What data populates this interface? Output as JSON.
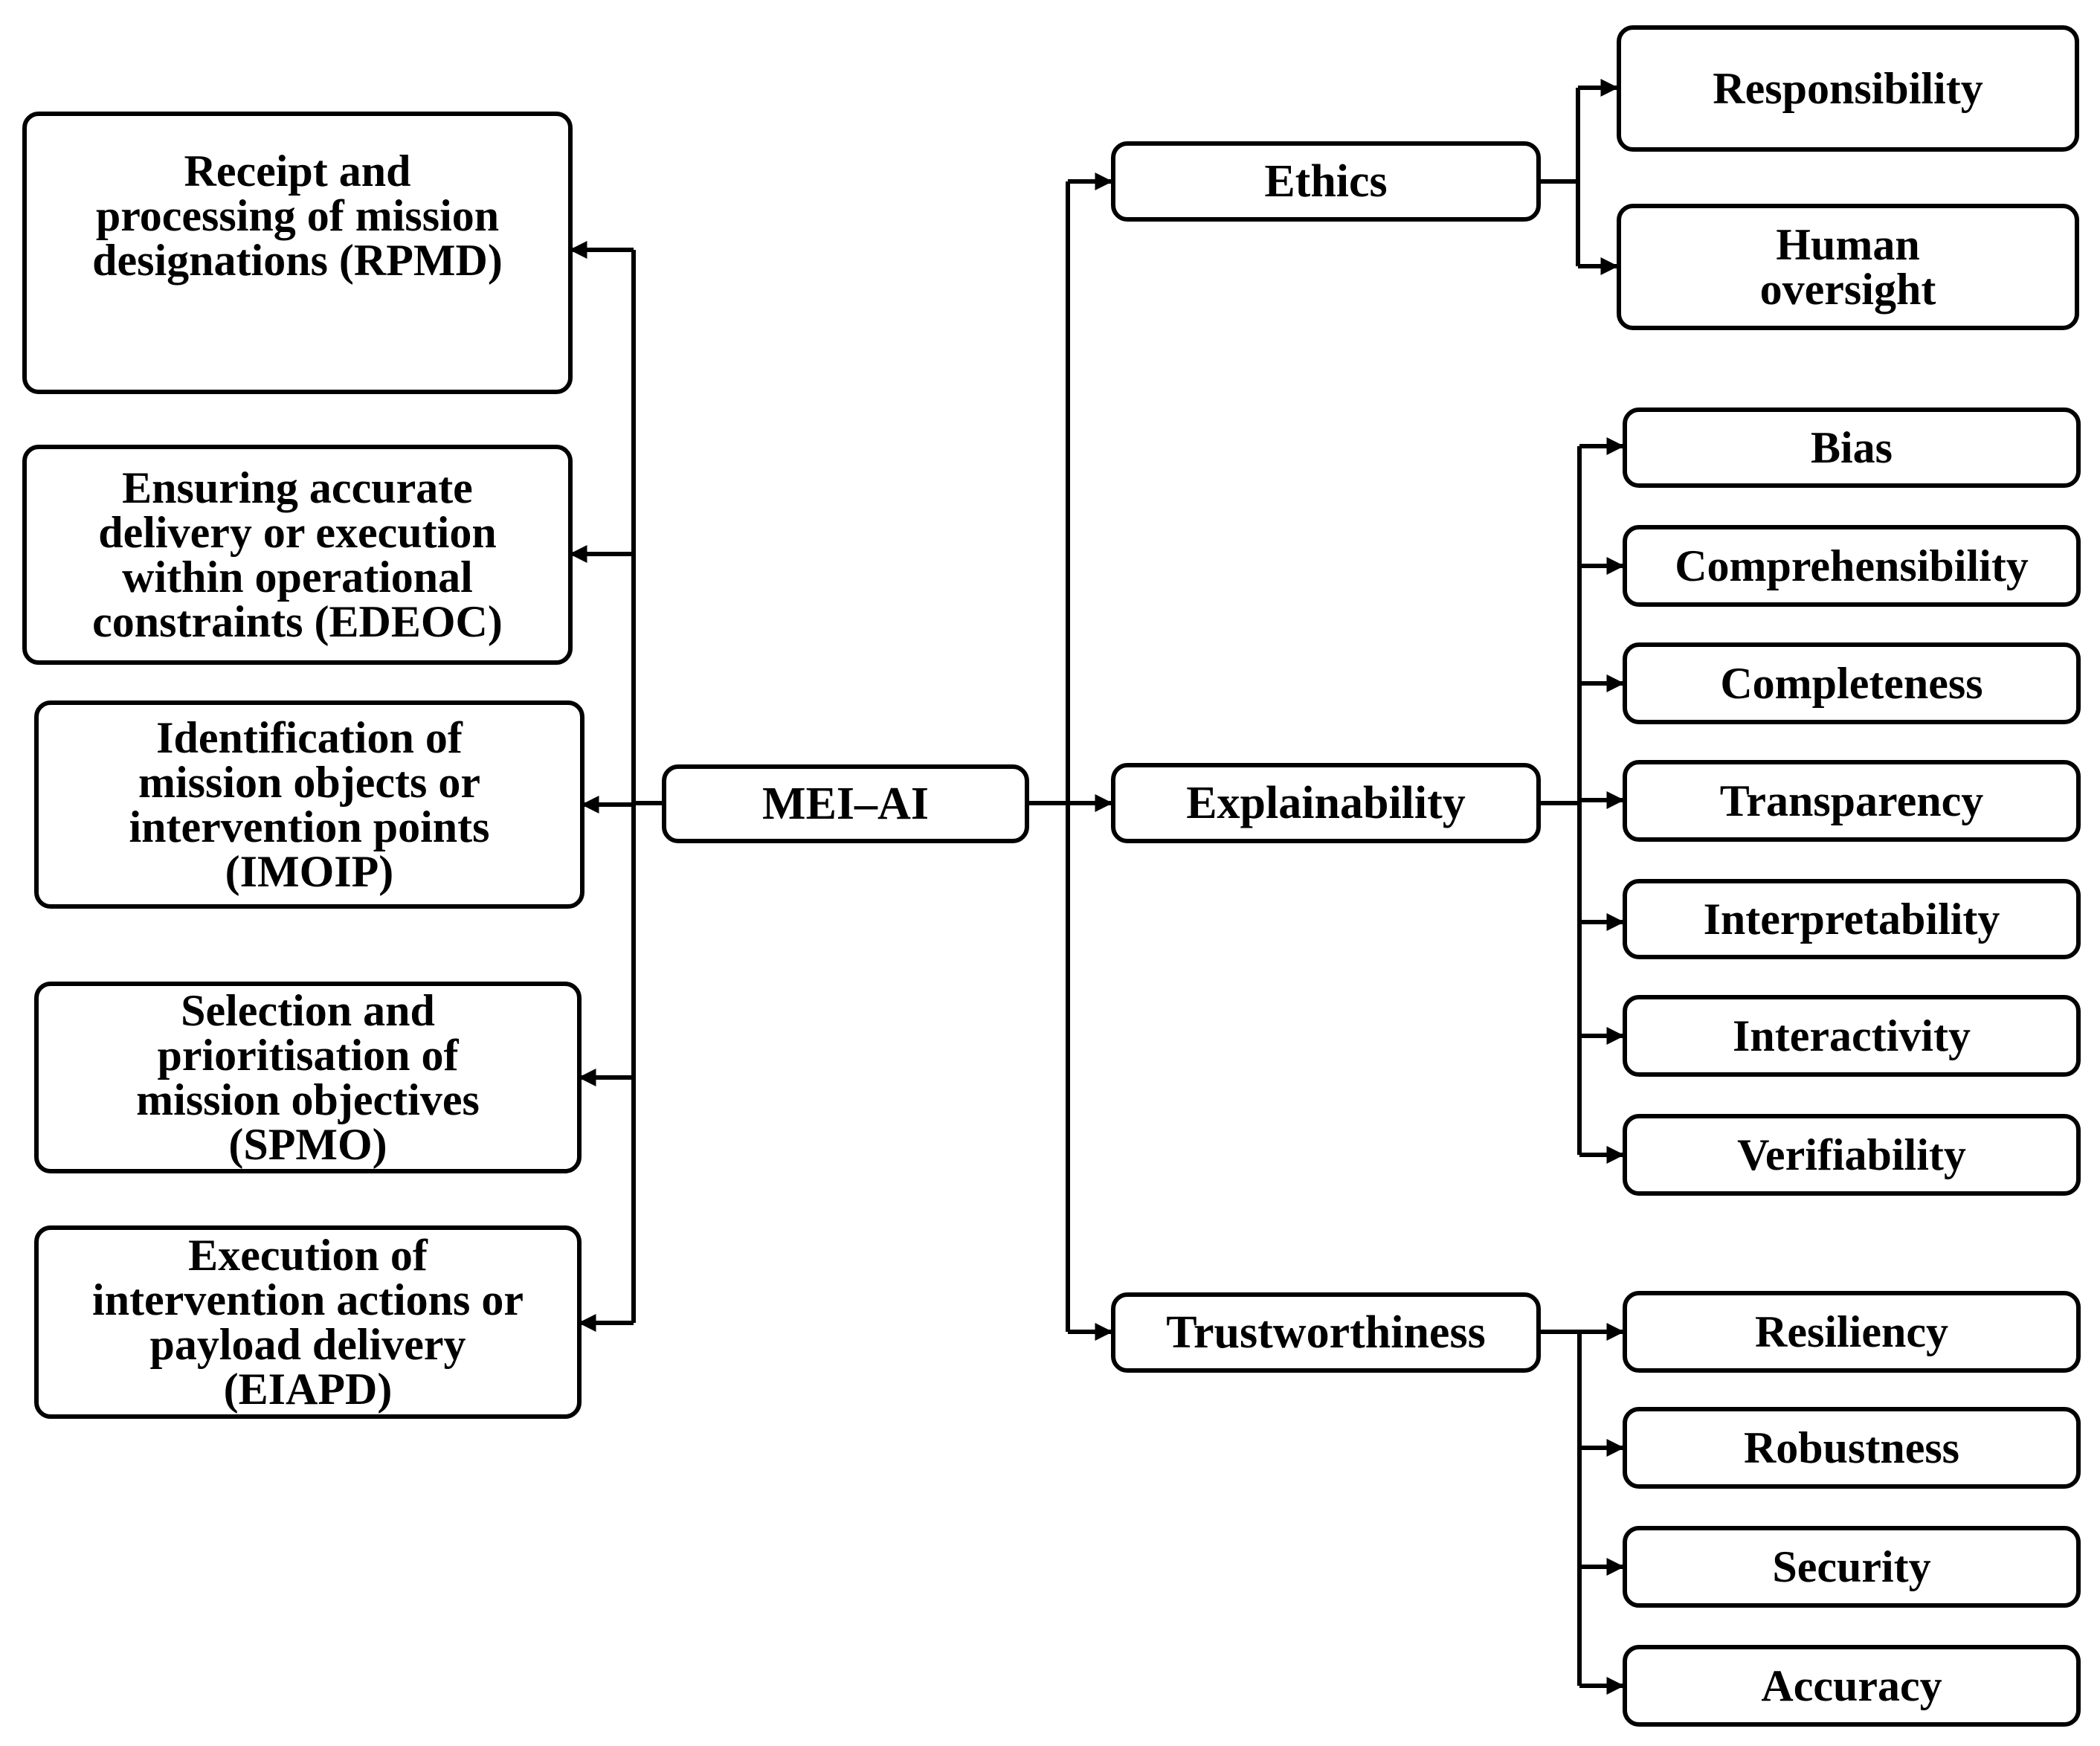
{
  "center": {
    "label": "MEI–AI"
  },
  "left_nodes": [
    {
      "label": "Receipt and\nprocessing of mission\ndesignations (RPMD)"
    },
    {
      "label": "Ensuring accurate\ndelivery or execution\nwithin operational\nconstraints (EDEOC)"
    },
    {
      "label": "Identification of\nmission objects or\nintervention points\n(IMOIP)"
    },
    {
      "label": "Selection and\nprioritisation of\nmission objectives\n(SPMO)"
    },
    {
      "label": "Execution of\nintervention actions or\npayload delivery\n(EIAPD)"
    }
  ],
  "categories": [
    {
      "label": "Ethics",
      "children": [
        "Responsibility",
        "Human\noversight"
      ]
    },
    {
      "label": "Explainability",
      "children": [
        "Bias",
        "Comprehensibility",
        "Completeness",
        "Transparency",
        "Interpretability",
        "Interactivity",
        "Verifiability"
      ]
    },
    {
      "label": "Trustworthiness",
      "children": [
        "Resiliency",
        "Robustness",
        "Security",
        "Accuracy"
      ]
    }
  ]
}
